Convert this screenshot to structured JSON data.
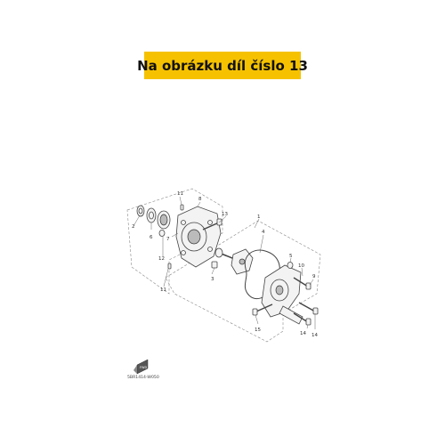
{
  "banner": {
    "text": "Na obrázku díl číslo 13"
  },
  "colors": {
    "banner_bg": "#f6c200",
    "banner_text": "#111111",
    "line": "#444444"
  },
  "callouts": {
    "c1": "1",
    "c2": "2",
    "c3": "3",
    "c4": "4",
    "c5": "5",
    "c6": "6",
    "c7": "7",
    "c8": "8",
    "c9": "9",
    "c10": "10",
    "c11a": "11",
    "c11b": "11",
    "c12": "12",
    "c13": "13",
    "c14": "14",
    "c15": "15"
  },
  "diagram_code": "5BR1414-W050",
  "icon": "front-direction-icon"
}
